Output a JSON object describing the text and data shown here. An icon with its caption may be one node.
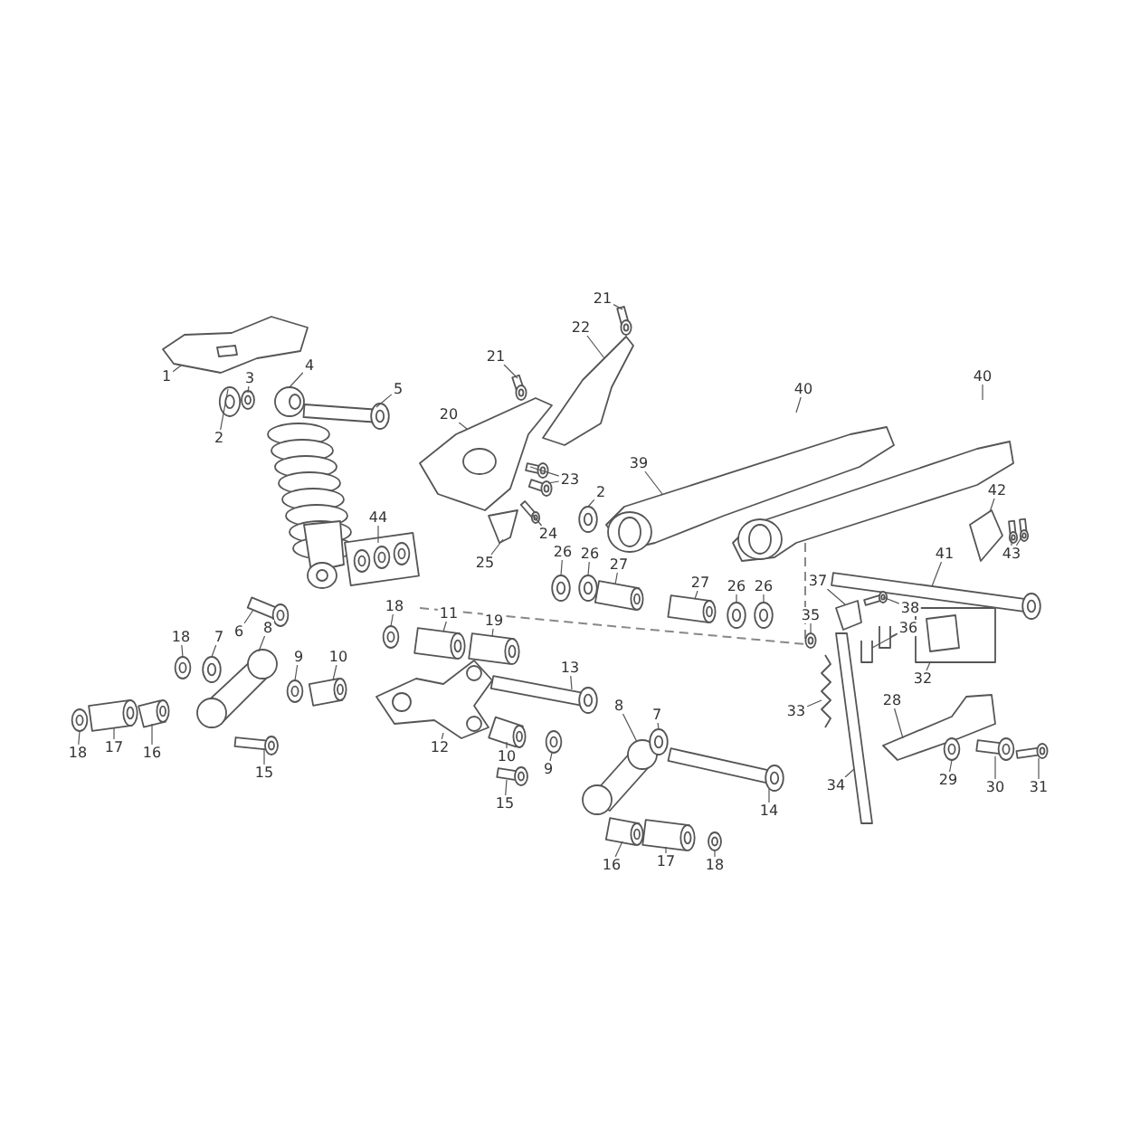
{
  "diagram": {
    "nodes": [
      {
        "text": [
          "21"
        ]
      },
      {
        "text": [
          "22"
        ]
      },
      {
        "text": [
          "21"
        ]
      },
      {
        "text": [
          "1"
        ]
      },
      {
        "text": [
          "3"
        ]
      },
      {
        "text": [
          "4"
        ]
      },
      {
        "text": [
          "40"
        ]
      },
      {
        "text": [
          "5"
        ]
      },
      {
        "text": [
          "40"
        ]
      },
      {
        "text": [
          "20"
        ]
      },
      {
        "text": [
          "2"
        ]
      },
      {
        "text": [
          "39"
        ]
      },
      {
        "text": [
          "23"
        ]
      },
      {
        "text": [
          "42"
        ]
      },
      {
        "text": [
          "2"
        ]
      },
      {
        "text": [
          "44"
        ]
      },
      {
        "text": [
          "24"
        ]
      },
      {
        "text": [
          "43"
        ]
      },
      {
        "text": [
          "25"
        ]
      },
      {
        "text": [
          "26"
        ]
      },
      {
        "text": [
          "26"
        ]
      },
      {
        "text": [
          "41"
        ]
      },
      {
        "text": [
          "27"
        ]
      },
      {
        "text": [
          "27"
        ]
      },
      {
        "text": [
          "26"
        ]
      },
      {
        "text": [
          "26"
        ]
      },
      {
        "text": [
          "37"
        ]
      },
      {
        "text": [
          "38"
        ]
      },
      {
        "text": [
          "18"
        ]
      },
      {
        "text": [
          "11"
        ]
      },
      {
        "text": [
          "35"
        ]
      },
      {
        "text": [
          "19"
        ]
      },
      {
        "text": [
          "36"
        ]
      },
      {
        "text": [
          "6"
        ]
      },
      {
        "text": [
          "18"
        ]
      },
      {
        "text": [
          "7"
        ]
      },
      {
        "text": [
          "8"
        ]
      },
      {
        "text": [
          "9"
        ]
      },
      {
        "text": [
          "10"
        ]
      },
      {
        "text": [
          "13"
        ]
      },
      {
        "text": [
          "32"
        ]
      },
      {
        "text": [
          "28"
        ]
      },
      {
        "text": [
          "33"
        ]
      },
      {
        "text": [
          "8"
        ]
      },
      {
        "text": [
          "7"
        ]
      },
      {
        "text": [
          "18"
        ]
      },
      {
        "text": [
          "17"
        ]
      },
      {
        "text": [
          "12"
        ]
      },
      {
        "text": [
          "16"
        ]
      },
      {
        "text": [
          "10"
        ]
      },
      {
        "text": [
          "9"
        ]
      },
      {
        "text": [
          "15"
        ]
      },
      {
        "text": [
          "29"
        ]
      },
      {
        "text": [
          "34"
        ]
      },
      {
        "text": [
          "30"
        ]
      },
      {
        "text": [
          "31"
        ]
      },
      {
        "text": [
          "14"
        ]
      },
      {
        "text": [
          "15"
        ]
      },
      {
        "text": [
          "16"
        ]
      },
      {
        "text": [
          "17"
        ]
      },
      {
        "text": [
          "18"
        ]
      },
      {
        "text": [],
        "shape": "cylinder"
      },
      {
        "text": [],
        "shape": "picture"
      },
      {
        "text": [],
        "shape": "cylinder"
      },
      {
        "text": [],
        "shape": "picture"
      },
      {
        "text": [],
        "shape": "circle"
      },
      {
        "text": [],
        "shape": "picture"
      },
      {
        "text": [],
        "shape": "cylinder"
      },
      {
        "text": [],
        "shape": "picture"
      },
      {
        "text": [],
        "shape": "circle"
      },
      {
        "text": [],
        "shape": "picture"
      },
      {
        "text": [],
        "shape": "cylinder"
      },
      {
        "text": [],
        "shape": "picture"
      },
      {
        "text": [],
        "shape": "circle"
      },
      {
        "text": [],
        "shape": "picture"
      },
      {
        "text": [],
        "shape": "cylinder"
      },
      {
        "text": [],
        "shape": "cylinder"
      },
      {
        "text": [],
        "shape": "picture"
      },
      {
        "text": [],
        "shape": "circle"
      },
      {
        "text": [],
        "shape": "circle"
      },
      {
        "text": [],
        "shape": "cylinder"
      },
      {
        "text": [],
        "shape": "cylinder"
      },
      {
        "text": [],
        "shape": "cylinder"
      },
      {
        "text": [],
        "shape": "circle"
      },
      {
        "text": [],
        "shape": "circle"
      },
      {
        "text": [],
        "shape": "picture"
      },
      {
        "text": [],
        "shape": "cylinder"
      },
      {
        "text": [],
        "shape": "circle"
      },
      {
        "text": [],
        "shape": "cylinder"
      },
      {
        "text": [],
        "shape": "circle"
      },
      {
        "text": [],
        "shape": "cylinder"
      },
      {
        "text": [],
        "shape": "picture"
      },
      {
        "text": [],
        "shape": "cylinder"
      },
      {
        "text": [],
        "shape": "circle"
      },
      {
        "text": [],
        "shape": "circle"
      },
      {
        "text": [],
        "shape": "picture"
      },
      {
        "text": [],
        "shape": "circle"
      },
      {
        "text": [],
        "shape": "cylinder"
      },
      {
        "text": [],
        "shape": "cylinder"
      },
      {
        "text": [],
        "shape": "picture"
      },
      {
        "text": [],
        "shape": "picture"
      },
      {
        "text": [],
        "shape": "picture"
      },
      {
        "text": [],
        "shape": "picture"
      },
      {
        "text": [],
        "shape": "circle"
      },
      {
        "text": [],
        "shape": "circle"
      },
      {
        "text": [],
        "shape": "cylinder"
      },
      {
        "text": [],
        "shape": "picture"
      },
      {
        "text": [],
        "shape": "cylinder"
      },
      {
        "text": [],
        "shape": "cylinder"
      },
      {
        "text": [],
        "shape": "circle"
      },
      {
        "text": [],
        "shape": "cylinder"
      },
      {
        "text": [],
        "shape": "circle"
      },
      {
        "text": [],
        "shape": "picture"
      },
      {
        "text": [],
        "shape": "cylinder"
      },
      {
        "text": [],
        "shape": "cylinder"
      },
      {
        "text": [],
        "shape": "cylinder"
      },
      {
        "text": [],
        "shape": "cylinder"
      },
      {
        "text": [],
        "shape": "cylinder"
      },
      {
        "text": [],
        "shape": "cylinder"
      },
      {
        "text": [],
        "shape": "circle"
      },
      {
        "text": [],
        "shape": "cylinder"
      },
      {
        "text": [],
        "shape": "cylinder"
      },
      {
        "text": [],
        "shape": "picture"
      }
    ],
    "edges": [
      {
        "from": 0,
        "to": 61,
        "arrow": "none"
      },
      {
        "from": 1,
        "to": 62,
        "arrow": "none"
      },
      {
        "from": 2,
        "to": 63,
        "arrow": "none"
      },
      {
        "from": 3,
        "to": 64,
        "arrow": "none"
      },
      {
        "from": 4,
        "to": 65,
        "arrow": "none"
      },
      {
        "from": 5,
        "to": 66,
        "arrow": "none"
      },
      {
        "from": 6,
        "to": null,
        "arrow": "none"
      },
      {
        "from": 7,
        "to": 67,
        "arrow": "none"
      },
      {
        "from": 8,
        "to": null,
        "arrow": "none"
      },
      {
        "from": 9,
        "to": 68,
        "arrow": "none"
      },
      {
        "from": 10,
        "to": 69,
        "arrow": "none"
      },
      {
        "from": 11,
        "to": 70,
        "arrow": "none"
      },
      {
        "from": 12,
        "to": 71,
        "arrow": "none"
      },
      {
        "from": 13,
        "to": 72,
        "arrow": "none"
      },
      {
        "from": 14,
        "to": 73,
        "arrow": "none"
      },
      {
        "from": 15,
        "to": 74,
        "arrow": "none"
      },
      {
        "from": 16,
        "to": 75,
        "arrow": "none"
      },
      {
        "from": 17,
        "to": 76,
        "arrow": "none"
      },
      {
        "from": 18,
        "to": 77,
        "arrow": "none"
      },
      {
        "from": 19,
        "to": 78,
        "arrow": "none"
      },
      {
        "from": 20,
        "to": 79,
        "arrow": "none"
      },
      {
        "from": 21,
        "to": 80,
        "arrow": "none"
      },
      {
        "from": 22,
        "to": 81,
        "arrow": "none"
      },
      {
        "from": 23,
        "to": 82,
        "arrow": "none"
      },
      {
        "from": 24,
        "to": 83,
        "arrow": "none"
      },
      {
        "from": 25,
        "to": 84,
        "arrow": "none"
      },
      {
        "from": 26,
        "to": 85,
        "arrow": "none"
      },
      {
        "from": 27,
        "to": 86,
        "arrow": "none"
      },
      {
        "from": 28,
        "to": 87,
        "arrow": "none"
      },
      {
        "from": 29,
        "to": 88,
        "arrow": "none"
      },
      {
        "from": 30,
        "to": 89,
        "arrow": "none"
      },
      {
        "from": 31,
        "to": 90,
        "arrow": "none"
      },
      {
        "from": 32,
        "to": 91,
        "arrow": "none"
      },
      {
        "from": 33,
        "to": 92,
        "arrow": "none"
      },
      {
        "from": 34,
        "to": 93,
        "arrow": "none"
      },
      {
        "from": 35,
        "to": 94,
        "arrow": "none"
      },
      {
        "from": 36,
        "to": 95,
        "arrow": "none"
      },
      {
        "from": 37,
        "to": 96,
        "arrow": "none"
      },
      {
        "from": 38,
        "to": 97,
        "arrow": "none"
      },
      {
        "from": 39,
        "to": 98,
        "arrow": "none"
      },
      {
        "from": 40,
        "to": 99,
        "arrow": "none"
      },
      {
        "from": 41,
        "to": 100,
        "arrow": "none"
      },
      {
        "from": 42,
        "to": 101,
        "arrow": "none"
      },
      {
        "from": 43,
        "to": 102,
        "arrow": "none"
      },
      {
        "from": 44,
        "to": 103,
        "arrow": "none"
      },
      {
        "from": 45,
        "to": 104,
        "arrow": "none"
      },
      {
        "from": 46,
        "to": 105,
        "arrow": "none"
      },
      {
        "from": 47,
        "to": 106,
        "arrow": "none"
      },
      {
        "from": 48,
        "to": 107,
        "arrow": "none"
      },
      {
        "from": 49,
        "to": 108,
        "arrow": "none"
      },
      {
        "from": 50,
        "to": 109,
        "arrow": "none"
      },
      {
        "from": 51,
        "to": 110,
        "arrow": "none"
      },
      {
        "from": 52,
        "to": 111,
        "arrow": "none"
      },
      {
        "from": 53,
        "to": 112,
        "arrow": "none"
      },
      {
        "from": 54,
        "to": 113,
        "arrow": "none"
      },
      {
        "from": 55,
        "to": 114,
        "arrow": "none"
      },
      {
        "from": 56,
        "to": 115,
        "arrow": "none"
      },
      {
        "from": 57,
        "to": 116,
        "arrow": "none"
      },
      {
        "from": 58,
        "to": 117,
        "arrow": "none"
      },
      {
        "from": 59,
        "to": 118,
        "arrow": "none"
      },
      {
        "from": 60,
        "to": 119,
        "arrow": "none"
      },
      {
        "from": 12,
        "to": 120,
        "arrow": "none"
      },
      {
        "from": 17,
        "to": 121,
        "arrow": "none"
      },
      {
        "from": 32,
        "to": 122,
        "arrow": "none"
      }
    ]
  }
}
